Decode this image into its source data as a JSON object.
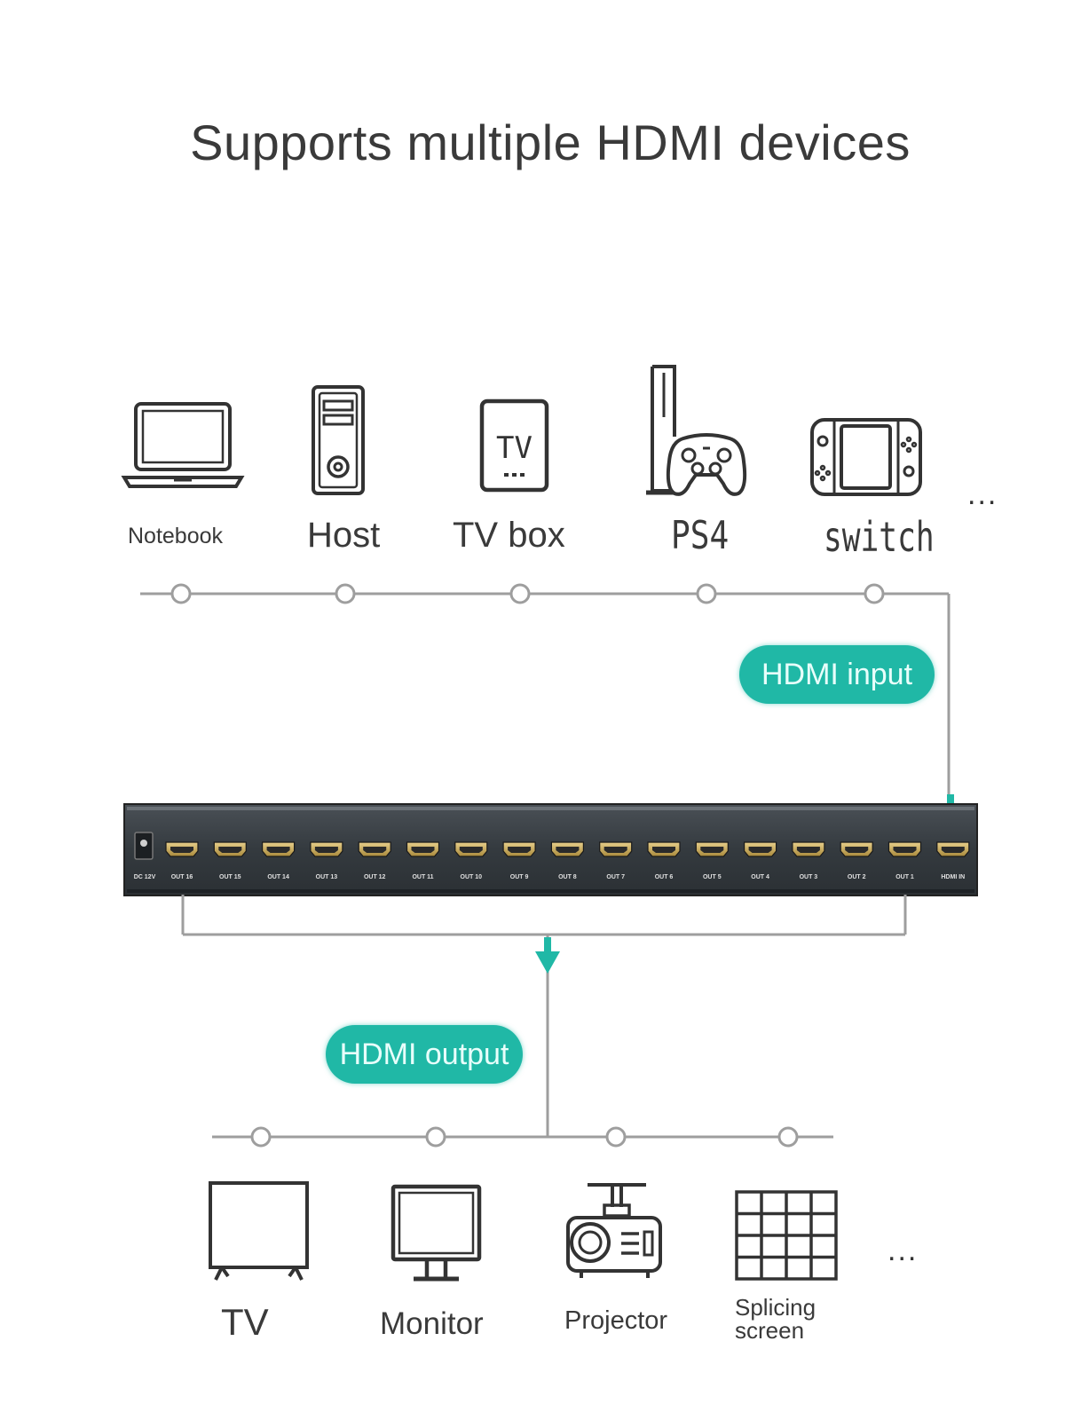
{
  "title": "Supports multiple HDMI devices",
  "colors": {
    "accent": "#20b8a6",
    "line": "#9e9e9e",
    "device_body": "#3a3f44"
  },
  "inputs": {
    "pill_label": "HDMI input",
    "devices": [
      {
        "label": "Notebook",
        "icon": "laptop-icon"
      },
      {
        "label": "Host",
        "icon": "pc-tower-icon"
      },
      {
        "label": "TV box",
        "icon": "tv-box-icon"
      },
      {
        "label": "PS4",
        "icon": "console-controller-icon"
      },
      {
        "label": "switch",
        "icon": "handheld-console-icon"
      }
    ],
    "more": "..."
  },
  "splitter": {
    "power_label": "DC 12V",
    "ports": [
      "OUT 16",
      "OUT 15",
      "OUT 14",
      "OUT 13",
      "OUT 12",
      "OUT 11",
      "OUT 10",
      "OUT 9",
      "OUT 8",
      "OUT 7",
      "OUT 6",
      "OUT 5",
      "OUT 4",
      "OUT 3",
      "OUT 2",
      "OUT 1",
      "HDMI IN"
    ]
  },
  "outputs": {
    "pill_label": "HDMI output",
    "devices": [
      {
        "label": "TV",
        "icon": "tv-icon"
      },
      {
        "label": "Monitor",
        "icon": "monitor-icon"
      },
      {
        "label": "Projector",
        "icon": "projector-icon"
      },
      {
        "label": "Splicing screen",
        "icon": "video-wall-icon"
      }
    ],
    "more": "..."
  }
}
